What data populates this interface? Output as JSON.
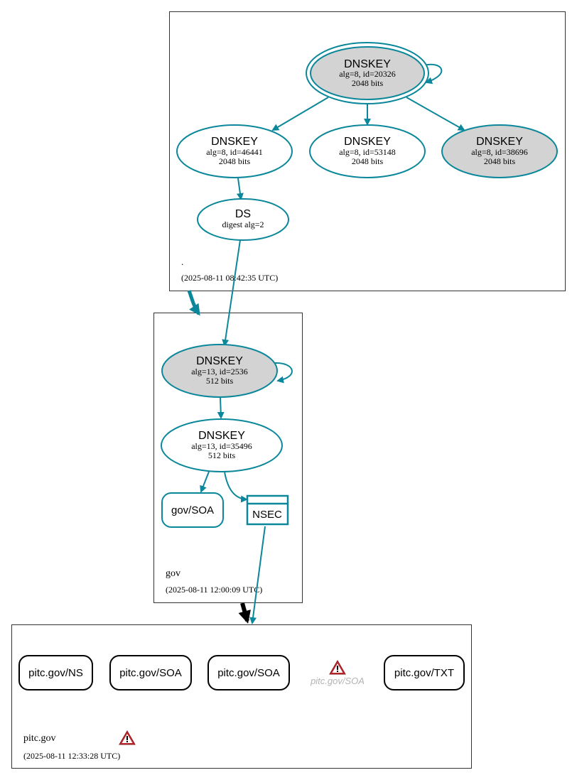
{
  "colors": {
    "edge": "#0a879a",
    "fill_gray": "#d3d3d3",
    "fill_white": "#ffffff",
    "zone_border": "#333333",
    "warning_red": "#c0282d",
    "insecure_text": "#b3b3b3",
    "delegation_black": "#000000"
  },
  "zones": {
    "root": {
      "name": ".",
      "timestamp": "(2025-08-11 08:42:35 UTC)"
    },
    "gov": {
      "name": "gov",
      "timestamp": "(2025-08-11 12:00:09 UTC)"
    },
    "pitc": {
      "name": "pitc.gov",
      "timestamp": "(2025-08-11 12:33:28 UTC)",
      "warning_icon": "warning-triangle-icon"
    }
  },
  "nodes": {
    "root_ksk": {
      "title": "DNSKEY",
      "line1": "alg=8, id=20326",
      "line2": "2048 bits"
    },
    "root_zsk1": {
      "title": "DNSKEY",
      "line1": "alg=8, id=46441",
      "line2": "2048 bits"
    },
    "root_zsk2": {
      "title": "DNSKEY",
      "line1": "alg=8, id=53148",
      "line2": "2048 bits"
    },
    "root_zsk3": {
      "title": "DNSKEY",
      "line1": "alg=8, id=38696",
      "line2": "2048 bits"
    },
    "gov_ds": {
      "title": "DS",
      "line1": "digest alg=2"
    },
    "gov_ksk": {
      "title": "DNSKEY",
      "line1": "alg=13, id=2536",
      "line2": "512 bits"
    },
    "gov_zsk": {
      "title": "DNSKEY",
      "line1": "alg=13, id=35496",
      "line2": "512 bits"
    },
    "gov_soa": {
      "label": "gov/SOA"
    },
    "gov_nsec": {
      "label": "NSEC"
    },
    "pitc_ns": {
      "label": "pitc.gov/NS"
    },
    "pitc_soa1": {
      "label": "pitc.gov/SOA"
    },
    "pitc_soa2": {
      "label": "pitc.gov/SOA"
    },
    "pitc_soa_insecure": {
      "label": "pitc.gov/SOA",
      "icon": "warning-triangle-icon"
    },
    "pitc_txt": {
      "label": "pitc.gov/TXT"
    }
  }
}
